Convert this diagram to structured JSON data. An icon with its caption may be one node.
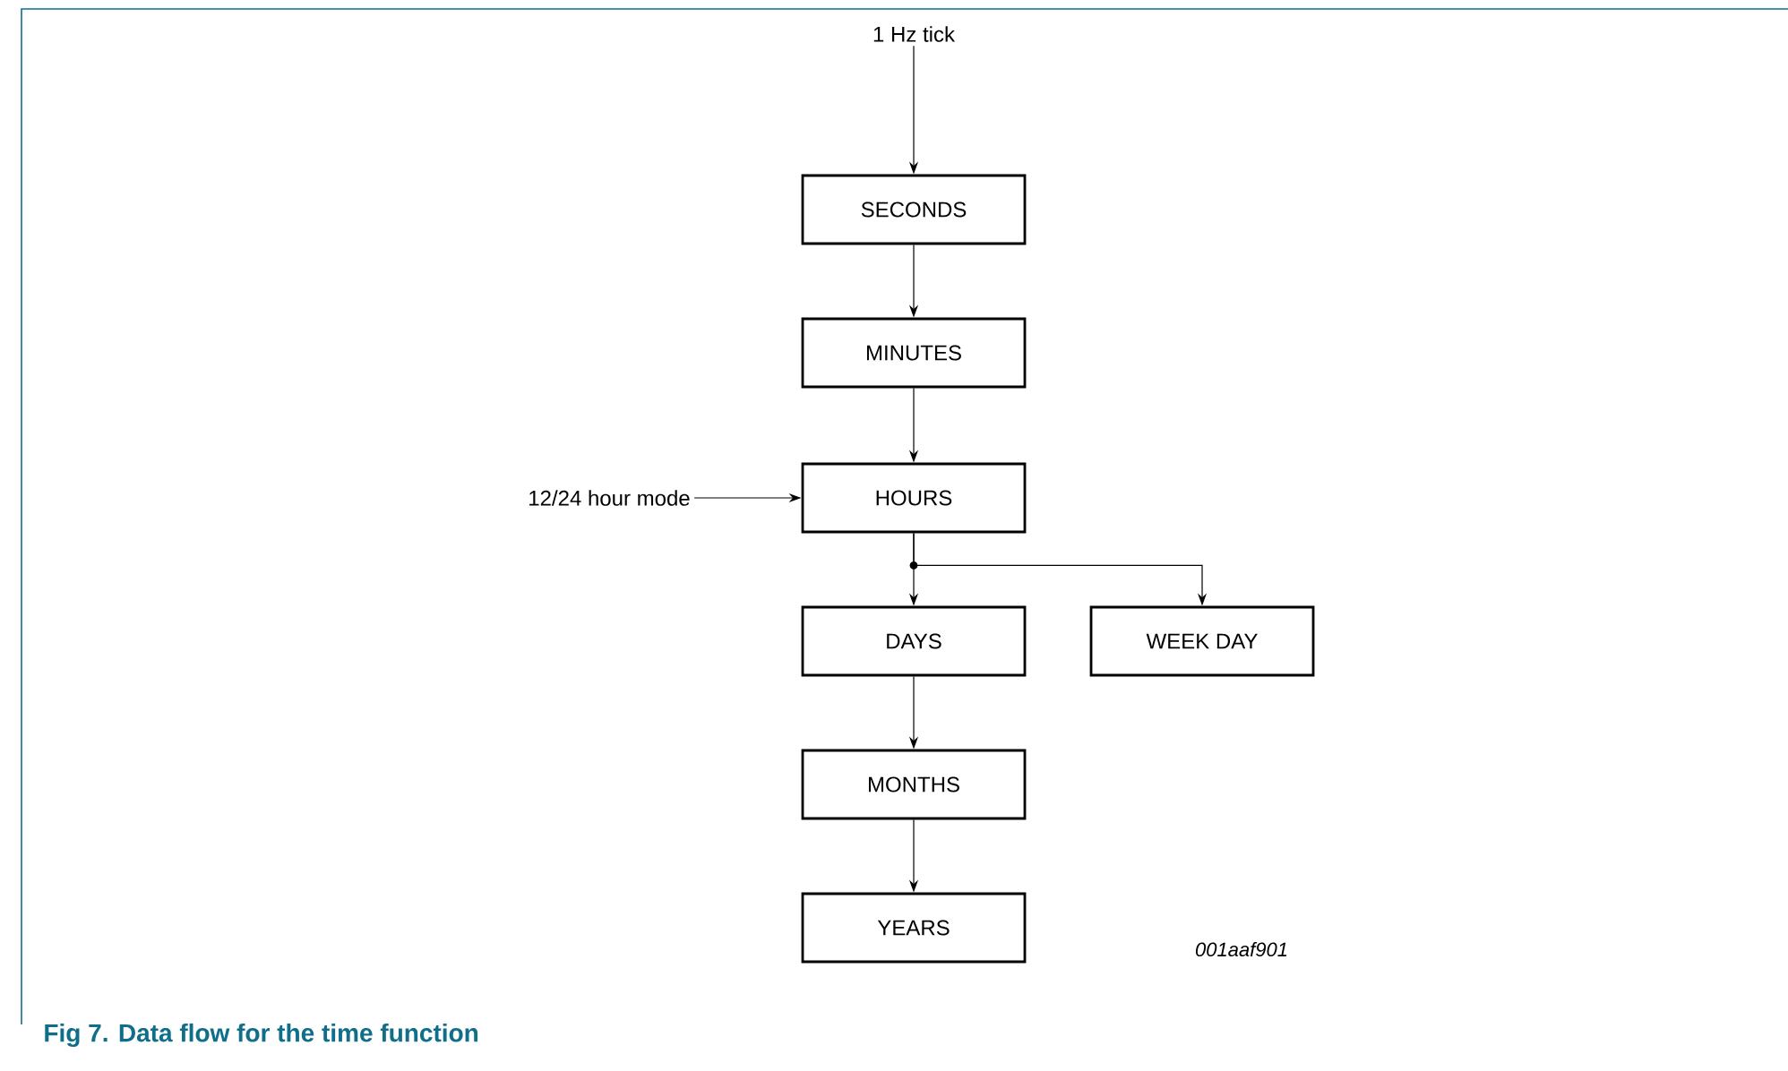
{
  "diagram": {
    "caption": "Fig 7. Data flow for the time function",
    "nodes": [
      {
        "text": [
          "1 Hz tick"
        ]
      },
      {
        "text": [
          "SECONDS"
        ]
      },
      {
        "text": [
          "MINUTES"
        ]
      },
      {
        "text": [
          "12/24 hour mode"
        ]
      },
      {
        "text": [
          "HOURS"
        ]
      },
      {
        "text": [
          "DAYS"
        ]
      },
      {
        "text": [
          "WEEK DAY"
        ]
      },
      {
        "text": [
          "MONTHS"
        ]
      },
      {
        "text": [
          "YEARS"
        ]
      }
    ],
    "edges": [
      {
        "from": 0,
        "to": 1,
        "arrow": "to"
      },
      {
        "from": 1,
        "to": 2,
        "arrow": "to"
      },
      {
        "from": 2,
        "to": 4,
        "arrow": "to"
      },
      {
        "from": 3,
        "to": 4,
        "arrow": "to"
      },
      {
        "from": 4,
        "to": 5,
        "arrow": "to"
      },
      {
        "from": 4,
        "to": 6,
        "arrow": "to"
      },
      {
        "from": 5,
        "to": 7,
        "arrow": "to"
      },
      {
        "from": 7,
        "to": 8,
        "arrow": "to"
      }
    ],
    "labels": [
      "001aaf901"
    ]
  }
}
